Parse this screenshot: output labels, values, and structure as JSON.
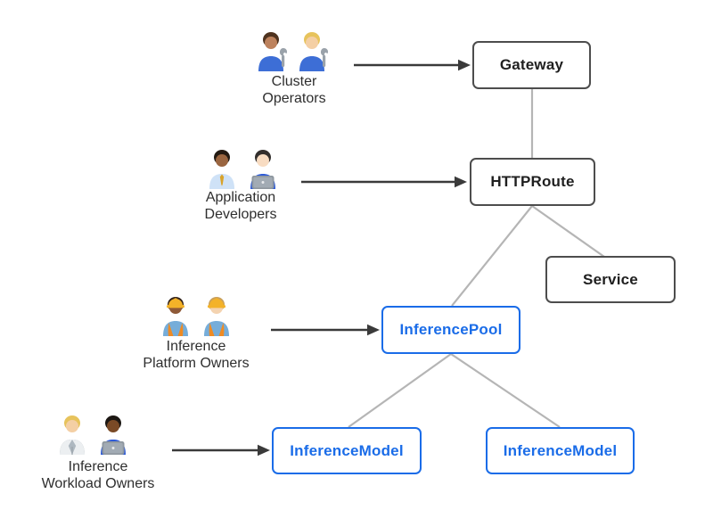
{
  "diagram": {
    "nodes": [
      {
        "id": "gateway",
        "label": "Gateway",
        "style": "gray"
      },
      {
        "id": "httproute",
        "label": "HTTPRoute",
        "style": "gray"
      },
      {
        "id": "service",
        "label": "Service",
        "style": "gray"
      },
      {
        "id": "inference-pool",
        "label": "InferencePool",
        "style": "blue"
      },
      {
        "id": "inference-model-1",
        "label": "InferenceModel",
        "style": "blue"
      },
      {
        "id": "inference-model-2",
        "label": "InferenceModel",
        "style": "blue"
      }
    ],
    "edges": [
      {
        "from": "gateway",
        "to": "httproute"
      },
      {
        "from": "httproute",
        "to": "inference-pool"
      },
      {
        "from": "httproute",
        "to": "service"
      },
      {
        "from": "inference-pool",
        "to": "inference-model-1"
      },
      {
        "from": "inference-pool",
        "to": "inference-model-2"
      }
    ],
    "personas": [
      {
        "id": "cluster-operators",
        "lines": [
          "Cluster",
          "Operators"
        ],
        "emojis": [
          "man-mechanic",
          "woman-mechanic"
        ],
        "arrow_to": "gateway"
      },
      {
        "id": "application-developers",
        "lines": [
          "Application",
          "Developers"
        ],
        "emojis": [
          "man-office-worker",
          "woman-technologist"
        ],
        "arrow_to": "httproute"
      },
      {
        "id": "inference-platform-owners",
        "lines": [
          "Inference",
          "Platform Owners"
        ],
        "emojis": [
          "woman-construction-worker",
          "man-construction-worker"
        ],
        "arrow_to": "inference-pool"
      },
      {
        "id": "inference-workload-owners",
        "lines": [
          "Inference",
          "Workload Owners"
        ],
        "emojis": [
          "health-worker",
          "man-technologist"
        ],
        "arrow_to": "inference-model-1"
      }
    ],
    "colors": {
      "background": "#ffffff",
      "node_border_gray": "#4d4d4d",
      "node_text_dark": "#1f1f1f",
      "accent_blue": "#1a6ce8",
      "edge_gray": "#b5b5b5",
      "arrow_dark": "#3a3a3a",
      "label_text": "#2e2e2e"
    }
  }
}
